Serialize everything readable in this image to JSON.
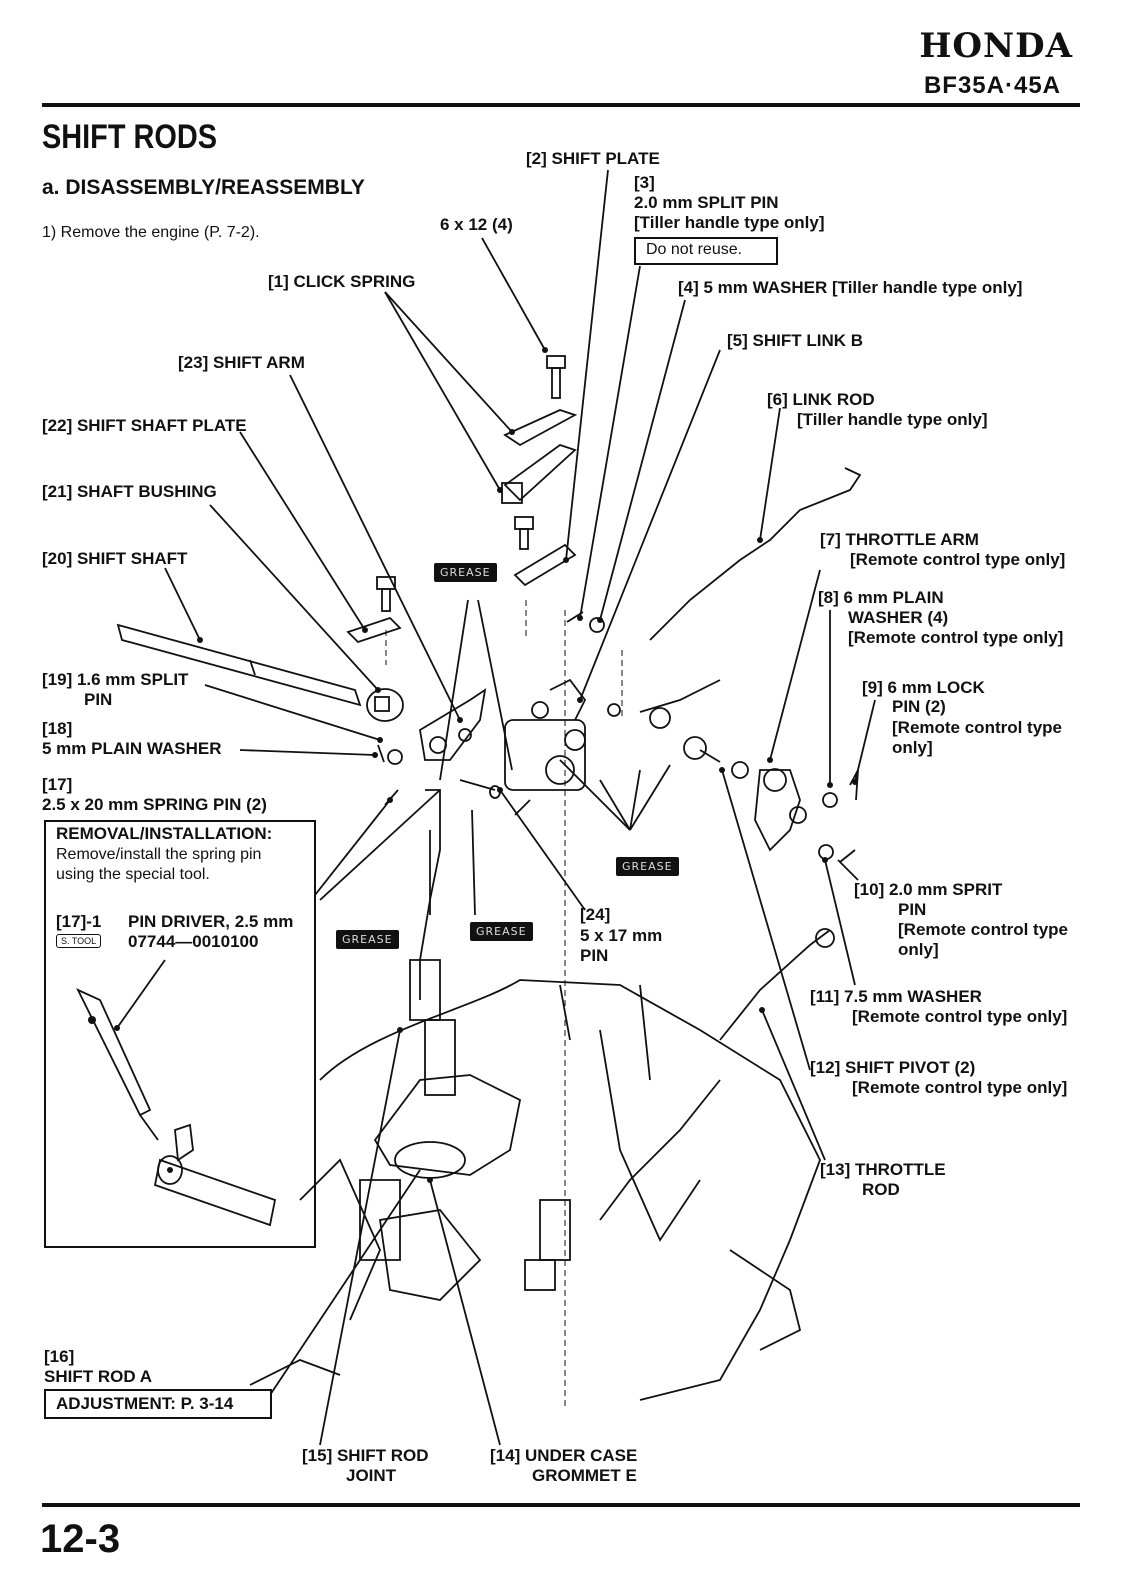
{
  "header": {
    "brand": "HONDA",
    "model": "BF35A·45A"
  },
  "section_title": "SHIFT RODS",
  "subsection_title": "a. DISASSEMBLY/REASSEMBLY",
  "step_1": "1) Remove the engine (P. 7-2).",
  "labels": {
    "l1": "[1] CLICK SPRING",
    "l2": "[2] SHIFT PLATE",
    "l3a": "[3]",
    "l3b": "2.0 mm SPLIT PIN",
    "l3c": "[Tiller handle type only]",
    "l3note": "Do not reuse.",
    "bolt": "6 x 12 (4)",
    "l4": "[4] 5 mm WASHER [Tiller handle type only]",
    "l5": "[5] SHIFT LINK B",
    "l6a": "[6] LINK ROD",
    "l6b": "[Tiller handle type only]",
    "l7a": "[7] THROTTLE ARM",
    "l7b": "[Remote control type only]",
    "l8a": "[8] 6 mm PLAIN",
    "l8b": "WASHER (4)",
    "l8c": "[Remote control type only]",
    "l9a": "[9] 6 mm LOCK",
    "l9b": "PIN (2)",
    "l9c": "[Remote control type",
    "l9d": "only]",
    "l10a": "[10] 2.0 mm SPRIT",
    "l10b": "PIN",
    "l10c": "[Remote control type",
    "l10d": "only]",
    "l11a": "[11] 7.5 mm WASHER",
    "l11b": "[Remote control type only]",
    "l12a": "[12] SHIFT PIVOT (2)",
    "l12b": "[Remote control type only]",
    "l13a": "[13] THROTTLE",
    "l13b": "ROD",
    "l14a": "[14] UNDER CASE",
    "l14b": "GROMMET E",
    "l15a": "[15] SHIFT ROD",
    "l15b": "JOINT",
    "l16a": "[16]",
    "l16b": "SHIFT ROD A",
    "l16adj": "ADJUSTMENT: P. 3-14",
    "l17a": "[17]",
    "l17b": "2.5 x 20 mm SPRING PIN (2)",
    "l18a": "[18]",
    "l18b": "5 mm PLAIN WASHER",
    "l19a": "[19] 1.6 mm SPLIT",
    "l19b": "PIN",
    "l20": "[20] SHIFT SHAFT",
    "l21": "[21] SHAFT BUSHING",
    "l22": "[22] SHIFT SHAFT PLATE",
    "l23": "[23] SHIFT ARM",
    "l24a": "[24]",
    "l24b": "5 x 17 mm",
    "l24c": "PIN"
  },
  "removal_box": {
    "heading": "REMOVAL/INSTALLATION:",
    "line1": "Remove/install the spring pin",
    "line2": "using the special tool.",
    "tool_ref": "[17]-1",
    "tool_name": "PIN DRIVER, 2.5 mm",
    "tool_tag": "S. TOOL",
    "tool_number": "07744—0010100"
  },
  "grease_tag": "GREASE",
  "page_number": "12-3"
}
